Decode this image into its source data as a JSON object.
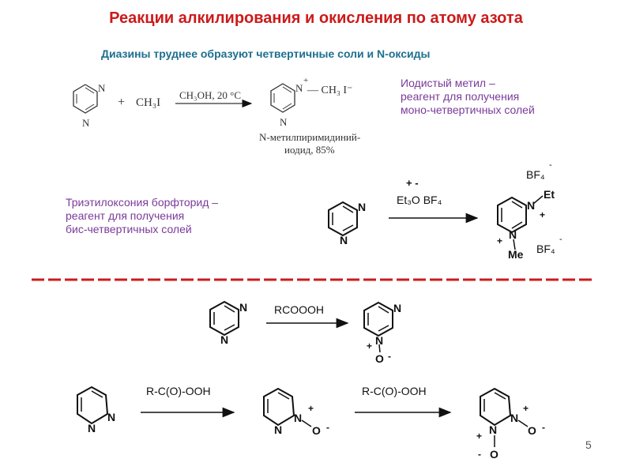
{
  "slide": {
    "title": "Реакции алкилирования и окисления по атому азота",
    "subtitle": "Диазины труднее образуют четвертичные соли и N-оксиды",
    "note_methyl_iodide": [
      "Иодистый метил –",
      "реагент для получения",
      "моно-четвертичных солей"
    ],
    "note_triethyloxonium": [
      "Триэтилоксония борфторид –",
      "реагент для получения",
      "бис-четвертичных солей"
    ],
    "page_number": "5"
  },
  "reaction1": {
    "plus": "+",
    "reagent": "CH₃I",
    "conditions": "CH₃OH, 20 °C",
    "product_label": [
      "N-метилпиримидиний-",
      "иодид, 85%"
    ],
    "atom_n": "N",
    "charge_plus": "+",
    "substituent": "— CH₃ I⁻"
  },
  "reaction2": {
    "reagent_charges": "+   -",
    "reagent": "Et₃O  BF₄",
    "et": "Et",
    "me": "Me",
    "anion1": "BF₄",
    "anion2": "BF₄",
    "minus": "-",
    "plus": "+",
    "atom_n": "N"
  },
  "reaction3": {
    "reagent": "RCOOOH",
    "o_atom": "O",
    "minus": "-",
    "plus": "+",
    "atom_n": "N"
  },
  "reaction4": {
    "reagent1": "R-C(O)-OOH",
    "reagent2": "R-C(O)-OOH",
    "o_atom": "O",
    "minus": "-",
    "plus": "+",
    "atom_n": "N"
  },
  "colors": {
    "title": "#cc1a1a",
    "subtitle": "#1e6f8f",
    "note": "#7a3a9a",
    "divider": "#cc1a1a"
  }
}
